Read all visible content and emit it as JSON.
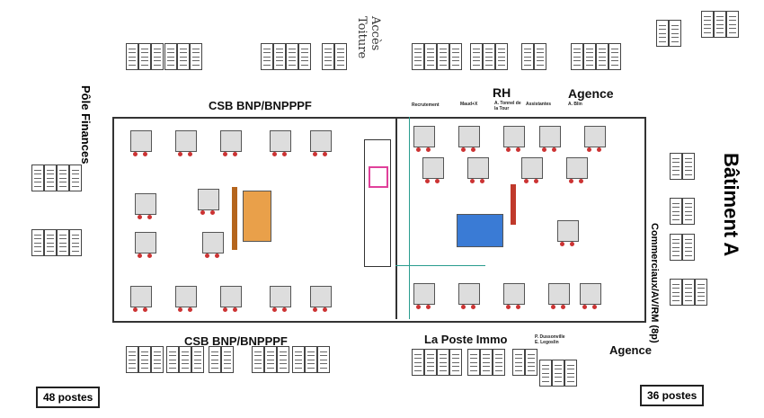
{
  "labels": {
    "access": "Accès Toiture",
    "pole_finances": "Pôle Finances",
    "csb_top": "CSB BNP/BNPPPF",
    "csb_bottom": "CSB BNP/BNPPPF",
    "rh": "RH",
    "agence_top": "Agence",
    "agence_bottom": "Agence",
    "batiment": "Bâtiment A",
    "commerciaux": "Commerciaux/AV/RM (8p)",
    "la_poste": "La Poste Immo",
    "left_count": "48 postes",
    "right_count": "36 postes"
  },
  "sub_labels": {
    "recrutement": "Recrutement",
    "maud": "Maud+X",
    "tonnel": "A. Tonnel de la Tour",
    "assistantes": "Assistantes",
    "blin": "A. Blin",
    "dussonville": "P. Dussonville",
    "legoslin": "E. Legoslin"
  }
}
